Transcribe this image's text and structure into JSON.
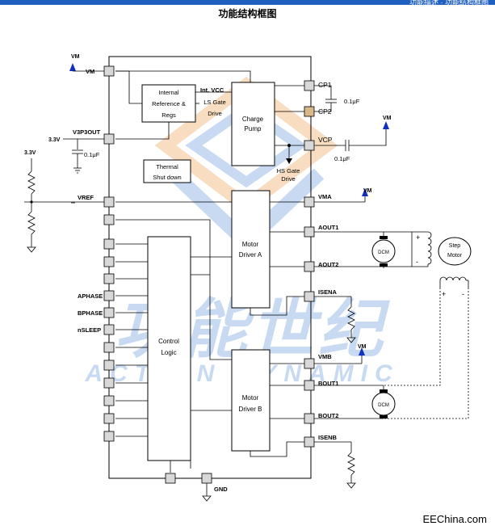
{
  "header": {
    "title": "功能结构框图",
    "right_text": "功能描述 · 功能结构框图"
  },
  "watermark": {
    "cn": "功能世纪",
    "en": "ACTION DYNAMIC"
  },
  "blocks": {
    "internal_ref": [
      "Internal",
      "Reference &",
      "Regs"
    ],
    "int_vcc": "Int. VCC",
    "ls_gate": [
      "LS Gate",
      "Drive"
    ],
    "charge_pump": [
      "Charge",
      "Pump"
    ],
    "hs_gate": [
      "HS Gate",
      "Drive"
    ],
    "thermal": [
      "Thermal",
      "Shut down"
    ],
    "motor_a": [
      "Motor",
      "Driver A"
    ],
    "motor_b": [
      "Motor",
      "Driver B"
    ],
    "control": [
      "Control",
      "Logic"
    ]
  },
  "pins": {
    "vm": "VM",
    "v3p3out": "V3P3OUT",
    "vref": "VREF",
    "aphase": "APHASE",
    "bphase": "BPHASE",
    "nsleep": "nSLEEP",
    "gnd": "GND",
    "cp1": "CP1",
    "cp2": "CP2",
    "vcp": "VCP",
    "vma": "VMA",
    "aout1": "AOUT1",
    "aout2": "AOUT2",
    "isena": "ISENA",
    "vmb": "VMB",
    "bout1": "BOUT1",
    "bout2": "BOUT2",
    "isenb": "ISENB"
  },
  "labels": {
    "vm_arrow": "VM",
    "vm_cp": "VM",
    "vm_vma": "VM",
    "vm_vmb": "VM",
    "v33_left": "3.3V",
    "v33_top": "3.3V",
    "cap_3v3": "0.1μF",
    "cap_cp": "0.1μF",
    "cap_vcp": "0.1μF",
    "dcm_a": "DCM",
    "dcm_b": "DCM",
    "step_motor": [
      "Step",
      "Motor"
    ],
    "plus": "+",
    "minus": "-"
  },
  "footer": {
    "brand": "EEChina.com"
  },
  "colors": {
    "accent_blue": "#1f5fbf",
    "arrow_blue": "#1030c0",
    "pin_fill": "#d8d8d8",
    "cp2_fill": "#d9b98a",
    "watermark_blue": "#9bbce8",
    "watermark_orange": "#f3c28e"
  }
}
